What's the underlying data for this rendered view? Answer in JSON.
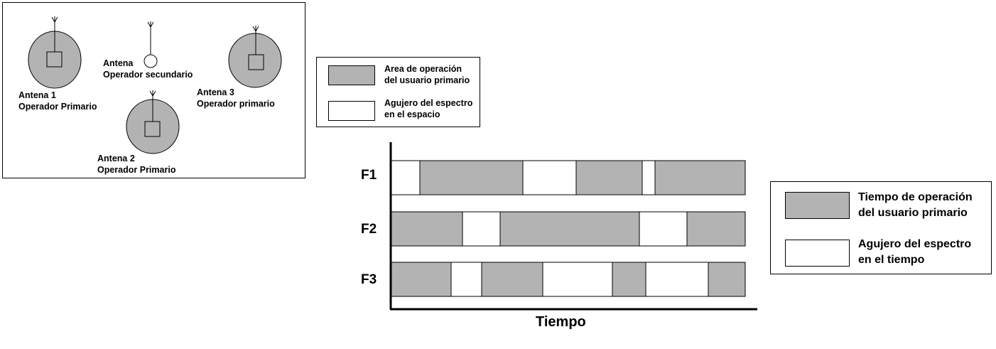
{
  "spatial_panel": {
    "antennas": [
      {
        "name_line1": "Antena 1",
        "name_line2": "Operador Primario"
      },
      {
        "name_line1": "Antena 2",
        "name_line2": "Operador Primario"
      },
      {
        "name_line1": "Antena 3",
        "name_line2": "Operador primario"
      },
      {
        "name_line1": "Antena",
        "name_line2": "Operador secundario"
      }
    ],
    "colors": {
      "primary_area": "#b3b3b3",
      "background": "#ffffff"
    }
  },
  "space_legend": {
    "items": [
      {
        "line1": "Area de operación",
        "line2": "del usuario primario",
        "swatch": "gray"
      },
      {
        "line1": "Agujero del espectro",
        "line2": "en el espacio",
        "swatch": "white"
      }
    ]
  },
  "time_legend": {
    "items": [
      {
        "line1": "Tiempo de operación",
        "line2": "del usuario primario",
        "swatch": "gray"
      },
      {
        "line1": "Agujero del espectro",
        "line2": "en el tiempo",
        "swatch": "white"
      }
    ]
  },
  "time_chart": {
    "xlabel": "Tiempo",
    "rows": [
      {
        "label": "F1",
        "segments": [
          "white",
          "gray",
          "white",
          "gray",
          "white",
          "gray"
        ]
      },
      {
        "label": "F2",
        "segments": [
          "gray",
          "white",
          "gray",
          "white",
          "gray"
        ]
      },
      {
        "label": "F3",
        "segments": [
          "gray",
          "white",
          "gray",
          "white",
          "gray",
          "white",
          "gray"
        ]
      }
    ]
  }
}
